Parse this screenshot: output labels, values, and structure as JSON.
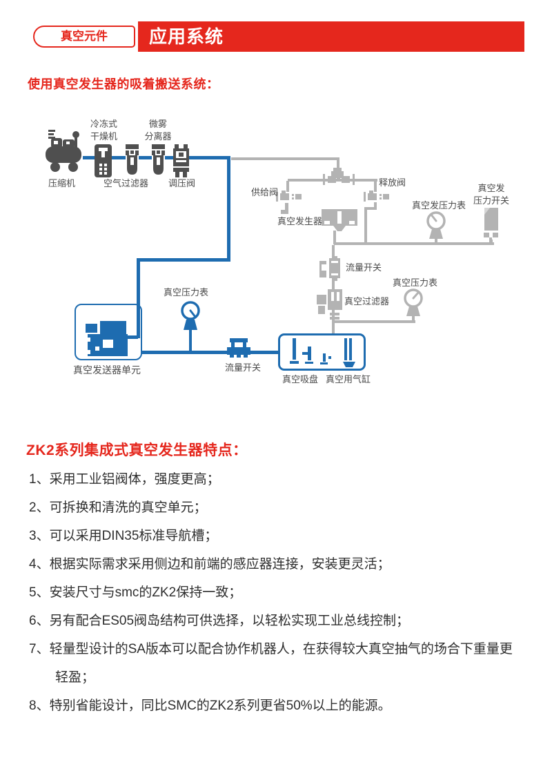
{
  "header": {
    "badge": "真空元件",
    "banner": "应用系统"
  },
  "sections": {
    "diagram_title": "使用真空发生器的吸着搬送系统：",
    "features_title": "ZK2系列集成式真空发生器特点："
  },
  "diagram": {
    "labels": {
      "compressor": "压缩机",
      "dryer_line1": "冷冻式",
      "dryer_line2": "干燥机",
      "air_filter": "空气过滤器",
      "mist_line1": "微雾",
      "mist_line2": "分离器",
      "regulator": "调压阀",
      "supply_valve": "供给阀",
      "release_valve": "释放阀",
      "vacuum_generator": "真空发生器",
      "vacgen_gauge": "真空发压力表",
      "vacgen_switch_line1": "真空发",
      "vacgen_switch_line2": "压力开关",
      "flow_switch_gray": "流量开关",
      "vacuum_gauge_gray": "真空压力表",
      "vacuum_filter": "真空过滤器",
      "ejector_unit": "真空发送器单元",
      "vacuum_gauge_blue": "真空压力表",
      "flow_switch_blue": "流量开关",
      "suction_cup": "真空吸盘",
      "vacuum_cylinder": "真空用气缸"
    },
    "icons": [
      "compressor-icon",
      "dryer-icon",
      "air-filter-icon",
      "mist-separator-icon",
      "regulator-icon",
      "tee-fitting-icon",
      "manifold-fitting-icon",
      "supply-valve-icon",
      "release-valve-icon",
      "exhaust-elbow-icon",
      "vacuum-generator-icon",
      "pressure-gauge-icon",
      "pressure-switch-icon",
      "flow-switch-icon",
      "vacuum-filter-icon",
      "ejector-unit-icon",
      "suction-cup-icon",
      "cylinder-icon"
    ]
  },
  "features": {
    "items": [
      "1、采用工业铝阀体，强度更高；",
      "2、可拆换和清洗的真空单元；",
      "3、可以采用DIN35标准导航槽；",
      "4、根据实际需求采用侧边和前端的感应器连接，安装更灵活；",
      "5、安装尺寸与smc的ZK2保持一致；",
      "6、另有配合ES05阀岛结构可供选择，以轻松实现工业总线控制；",
      "7、轻量型设计的SA版本可以配合协作机器人，在获得较大真空抽气的场合下重量更轻盈；",
      "8、特别省能设计，同比SMC的ZK2系列更省50%以上的能源。"
    ]
  },
  "colors": {
    "accent_red": "#e5271d",
    "pipe_blue": "#1e6cb0",
    "pipe_gray": "#b3b3b3",
    "icon_dark": "#4f4f4f",
    "label_gray": "#4a4a4a",
    "text_dark": "#2e2e2e"
  }
}
